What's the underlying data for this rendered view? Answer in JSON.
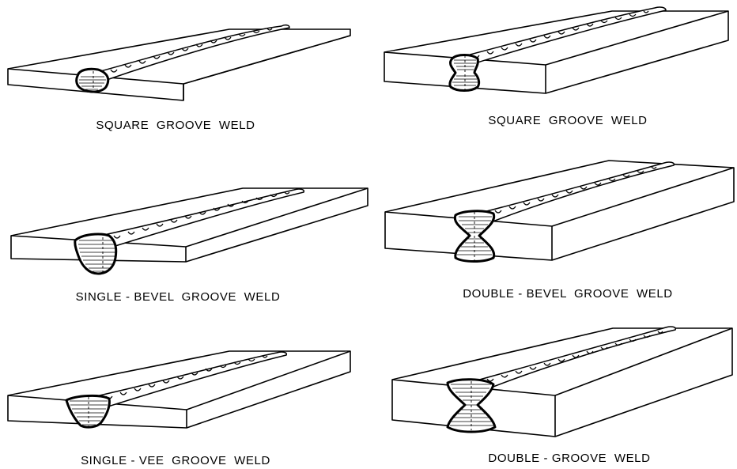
{
  "panels": [
    {
      "id": "p1",
      "caption": "SQUARE  GROOVE  WELD",
      "joint": "square"
    },
    {
      "id": "p2",
      "caption": "SQUARE  GROOVE  WELD",
      "joint": "double-square"
    },
    {
      "id": "p3",
      "caption": "SINGLE - BEVEL  GROOVE  WELD",
      "joint": "single-bevel"
    },
    {
      "id": "p4",
      "caption": "DOUBLE - BEVEL  GROOVE  WELD",
      "joint": "double-bevel"
    },
    {
      "id": "p5",
      "caption": "SINGLE - VEE  GROOVE  WELD",
      "joint": "single-vee"
    },
    {
      "id": "p6",
      "caption": "DOUBLE - GROOVE  WELD",
      "joint": "double-vee"
    }
  ]
}
